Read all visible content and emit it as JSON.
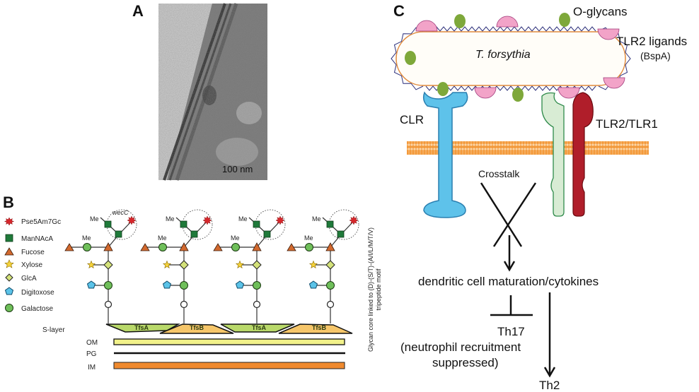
{
  "figure": {
    "panels": {
      "A": {
        "label": "A",
        "image_description": "transmission electron micrograph of bacterial cell envelope",
        "scale_bar": "100 nm"
      },
      "B": {
        "label": "B",
        "legend": [
          {
            "symbol": "red-star-burst",
            "label": "Pse5Am7Gc",
            "color": "#d7262b"
          },
          {
            "symbol": "green-square",
            "label": "ManNAcA",
            "color": "#1f7a3a"
          },
          {
            "symbol": "orange-triangle",
            "label": "Fucose",
            "color": "#d2692e"
          },
          {
            "symbol": "yellow-star",
            "label": "Xylose",
            "color": "#f4d23a"
          },
          {
            "symbol": "yellow-green-diamond",
            "label": "GlcA",
            "color": "#d4e27a"
          },
          {
            "symbol": "blue-pentagon",
            "label": "Digitoxose",
            "color": "#5bc3e8"
          },
          {
            "symbol": "green-circle",
            "label": "Galactose",
            "color": "#6fbf5a"
          }
        ],
        "glycan_labels": {
          "methyl": "Me",
          "gene": "wecC"
        },
        "layers": {
          "s_layer": "S-layer",
          "om": "OM",
          "pg": "PG",
          "im": "IM"
        },
        "s_layer_proteins": [
          "TfsA",
          "TfsB",
          "TfsA",
          "TfsB"
        ],
        "rotated_caption_line1": "Glycan core linked to (D)-(S/T)-(A/I/L/M/T/V)",
        "rotated_caption_line2": "tripeptide motif",
        "colors": {
          "tfsA": "#b9d96a",
          "tfsB": "#f6c66a",
          "om": "#f2f28a",
          "pg": "#111111",
          "im": "#f08a2e"
        }
      },
      "C": {
        "label": "C",
        "bacterium": "T. forsythia",
        "o_glycans": "O-glycans",
        "tlr2_ligands": "TLR2 ligands",
        "tlr2_ligands_sub": "(BspA)",
        "clr": "CLR",
        "tlr": "TLR2/TLR1",
        "crosstalk": "Crosstalk",
        "dc": "dendritic cell maturation/cytokines",
        "th17": "Th17",
        "th17_note_line1": "(neutrophil recruitment",
        "th17_note_line2": "suppressed)",
        "th2": "Th2",
        "colors": {
          "clr": "#5ec2ea",
          "tlr2": "#d8ecd4",
          "tlr1": "#b01e2a",
          "membrane": "#f39a3c",
          "o_glycan": "#7ea83a",
          "ligand": "#f2a3c8",
          "bacterium_outline": "#e08a3c",
          "fimbriae": "#2c2f7a"
        }
      }
    }
  }
}
